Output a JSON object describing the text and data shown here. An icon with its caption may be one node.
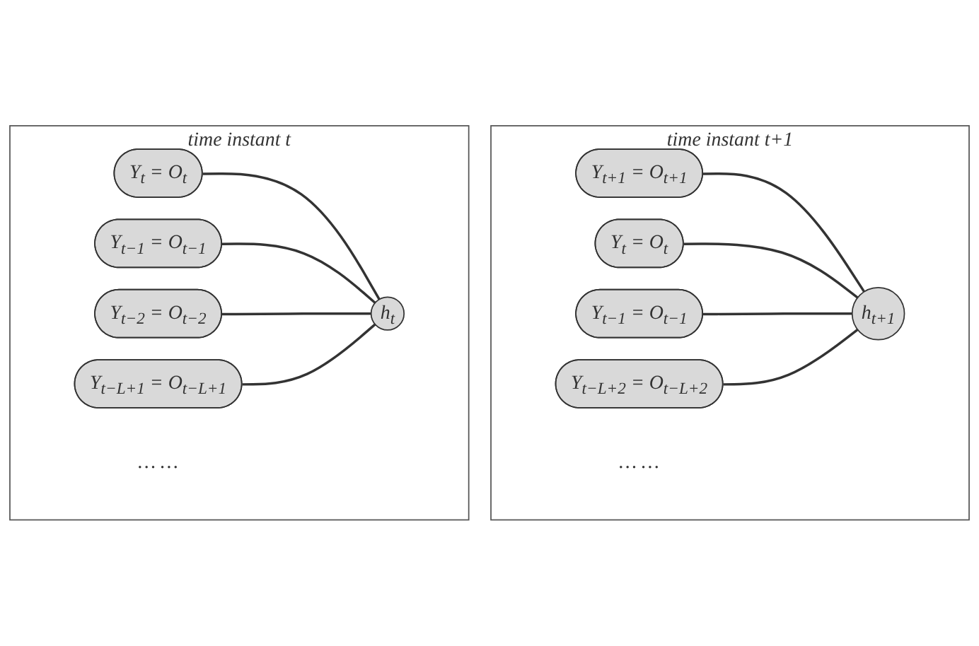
{
  "diagram": {
    "nodes": [
      {
        "text": [
          "time instant t"
        ]
      },
      {
        "text": [
          "Y$_{t}$ = O$_{t}$"
        ],
        "in": 0
      },
      {
        "text": [
          "Y$_{t−1}$ = O$_{t−1}$"
        ],
        "in": 0
      },
      {
        "text": [
          "Y$_{t−2}$ = O$_{t−2}$"
        ],
        "in": 0
      },
      {
        "text": [
          "… …"
        ],
        "in": 0
      },
      {
        "text": [
          "Y$_{t−L+1}$ = O$_{t−L+1}$"
        ],
        "in": 0
      },
      {
        "text": [
          "h$_{t}$"
        ],
        "in": 0
      },
      {
        "text": [
          "time instant t+1"
        ]
      },
      {
        "text": [
          "Y$_{t+1}$ = O$_{t+1}$"
        ],
        "in": 7
      },
      {
        "text": [
          "Y$_{t}$ = O$_{t}$"
        ],
        "in": 7
      },
      {
        "text": [
          "Y$_{t−1}$ = O$_{t−1}$"
        ],
        "in": 7
      },
      {
        "text": [
          "… …"
        ],
        "in": 7
      },
      {
        "text": [
          "Y$_{t−L+2}$ = O$_{t−L+2}$"
        ],
        "in": 7
      },
      {
        "text": [
          "h$_{t+1}$"
        ],
        "in": 7
      }
    ],
    "edges": [
      {
        "from": 1,
        "to": 6,
        "arrow": "none"
      },
      {
        "from": 2,
        "to": 6,
        "arrow": "none"
      },
      {
        "from": 3,
        "to": 6,
        "arrow": "none"
      },
      {
        "from": 5,
        "to": 6,
        "arrow": "none"
      },
      {
        "from": 8,
        "to": 13,
        "arrow": "none"
      },
      {
        "from": 9,
        "to": 13,
        "arrow": "none"
      },
      {
        "from": 10,
        "to": 13,
        "arrow": "none"
      },
      {
        "from": 12,
        "to": 13,
        "arrow": "none"
      }
    ]
  }
}
